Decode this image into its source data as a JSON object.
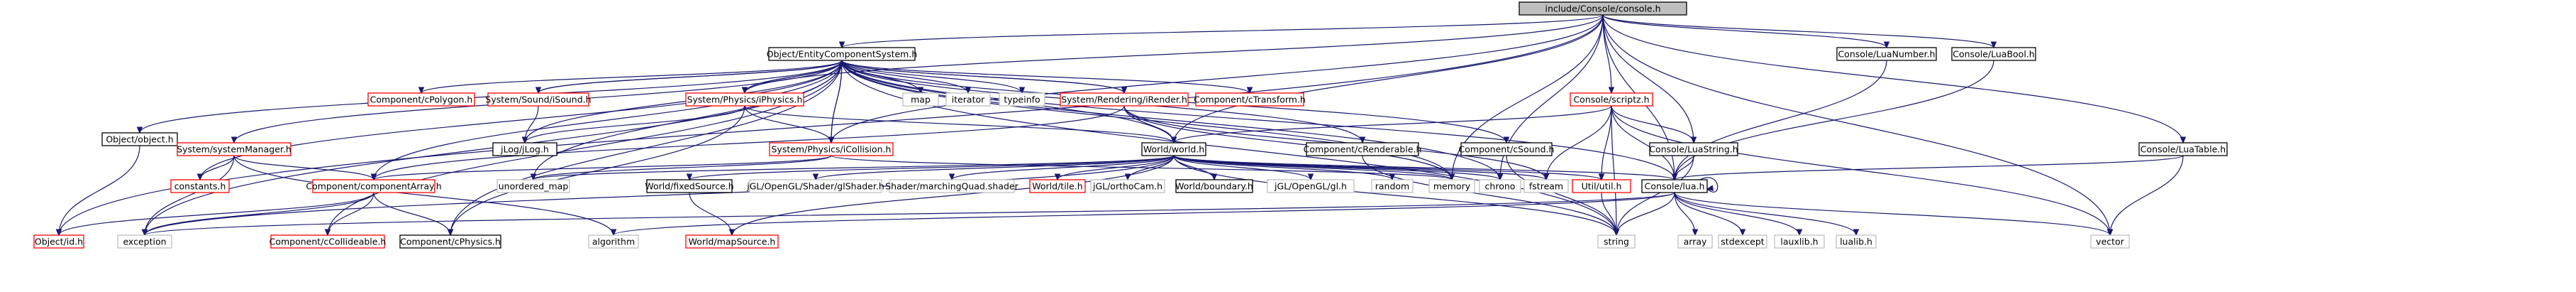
{
  "colors": {
    "root_fill": "#bfbfbf",
    "normal_stroke": "#000000",
    "red_stroke": "#ff0000",
    "gray_stroke": "#bfbfbf",
    "edge": "#191970",
    "text": "#000000"
  },
  "nodes": {
    "root": "include/Console/console.h",
    "ecs": "Object/EntityComponentSystem.h",
    "luanumber": "Console/LuaNumber.h",
    "luabool": "Console/LuaBool.h",
    "scriptz": "Console/scriptz.h",
    "luatable": "Console/LuaTable.h",
    "object": "Object/object.h",
    "cpolygon": "Component/cPolygon.h",
    "isound": "System/Sound/iSound.h",
    "iphysics": "System/Physics/iPhysics.h",
    "map": "map",
    "iterator": "iterator",
    "typeinfo": "typeinfo",
    "irender": "System/Rendering/iRender.h",
    "ctransform": "Component/cTransform.h",
    "sysmanager": "System/systemManager.h",
    "jlog": "jLog/jLog.h",
    "world": "World/world.h",
    "crenderable": "Component/cRenderable.h",
    "csound": "Component/cSound.h",
    "luastring": "Console/LuaString.h",
    "constants": "constants.h",
    "icollision": "System/Physics/iCollision.h",
    "comparray": "Component/componentArray.h",
    "unordered_map": "unordered_map",
    "fixedsource": "World/fixedSource.h",
    "glshader": "jGL/OpenGL/Shader/glShader.h",
    "marchingquad": "Shader/marchingQuad.shader",
    "tile": "World/tile.h",
    "orthocam": "jGL/orthoCam.h",
    "boundary": "World/boundary.h",
    "jglgl": "jGL/OpenGL/gl.h",
    "random": "random",
    "memory": "memory",
    "chrono": "chrono",
    "fstream": "fstream",
    "util": "Util/util.h",
    "lua": "Console/lua.h",
    "id": "Object/id.h",
    "exception": "exception",
    "ccollideable": "Component/cCollideable.h",
    "cphysics": "Component/cPhysics.h",
    "algorithm": "algorithm",
    "mapsource": "World/mapSource.h",
    "string": "string",
    "array": "array",
    "stdexcept": "stdexcept",
    "lauxlib": "lauxlib.h",
    "lualib": "lualib.h",
    "vector": "vector"
  }
}
